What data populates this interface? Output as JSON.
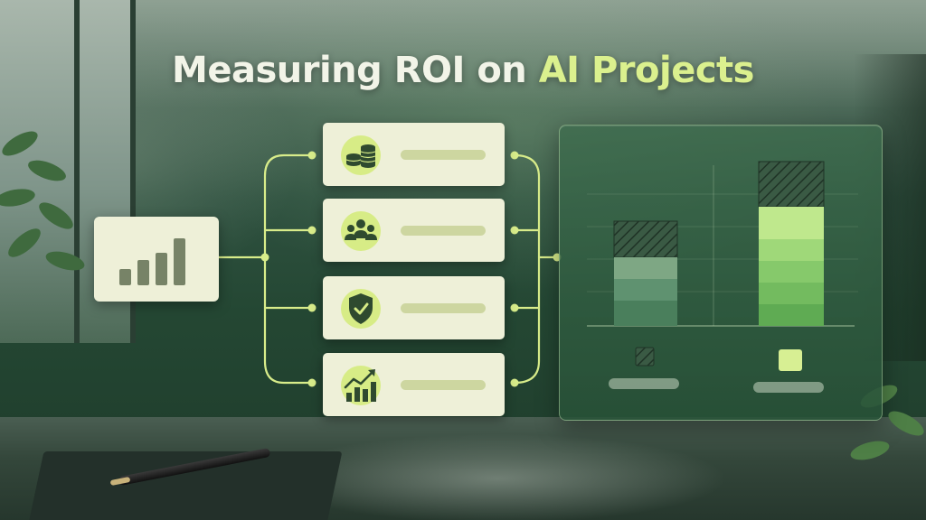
{
  "title": {
    "part1": "Measuring ROI on ",
    "part2": "AI Projects"
  },
  "colors": {
    "card_bg": "#eef0d8",
    "accent": "#dbf08e",
    "icon_circle": "#d7ec86",
    "icon_dark": "#2f4a2f",
    "connector": "#d8ec8a"
  },
  "hub": {
    "icon": "bar-chart-icon"
  },
  "cards": [
    {
      "icon": "coins-icon"
    },
    {
      "icon": "team-icon"
    },
    {
      "icon": "shield-check-icon"
    },
    {
      "icon": "growth-chart-icon"
    }
  ],
  "panel": {
    "bars": [
      {
        "legend_icon": "hatched-square-icon",
        "segments": 3,
        "projected_segment": true
      },
      {
        "legend_icon": "solid-square-icon",
        "segments": 5,
        "projected_segment": true
      }
    ]
  }
}
